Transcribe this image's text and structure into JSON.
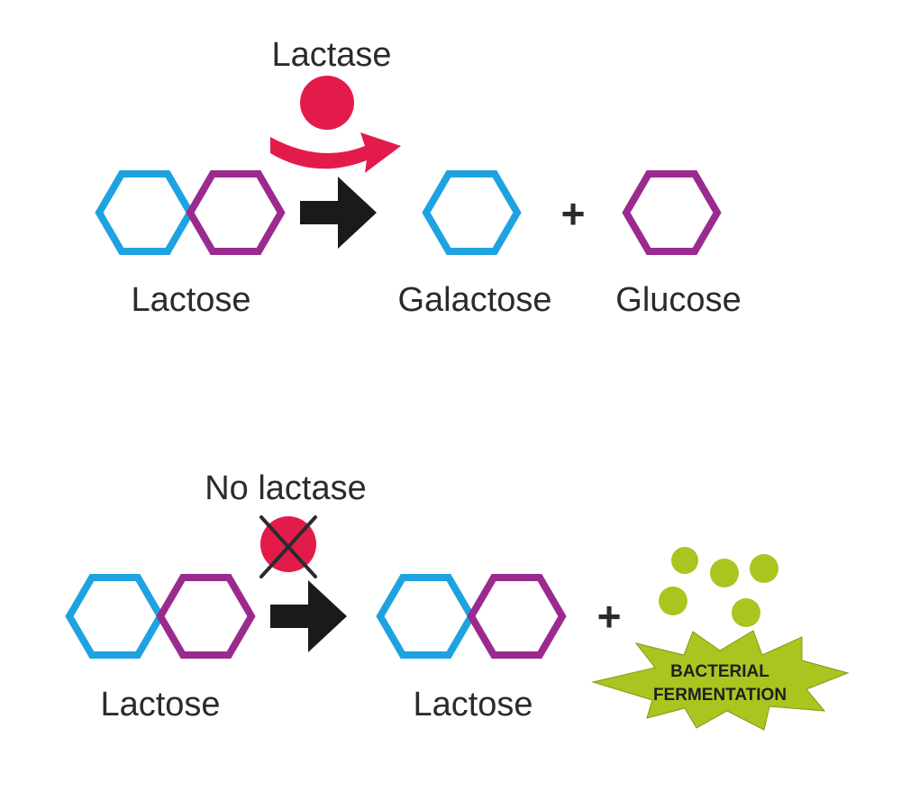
{
  "top": {
    "enzyme_label": "Lactase",
    "substrate_label": "Lactose",
    "product1_label": "Galactose",
    "product2_label": "Glucose",
    "plus": "+"
  },
  "bottom": {
    "enzyme_label": "No lactase",
    "substrate_label": "Lactose",
    "product_label": "Lactose",
    "plus": "+",
    "burst_line1": "BACTERIAL",
    "burst_line2": "FERMENTATION"
  },
  "colors": {
    "galactose_hexagon": "#1ea3e0",
    "glucose_hexagon": "#9b2a8f",
    "enzyme": "#e31b4b",
    "arrow": "#1a1a1a",
    "bacteria": "#a9c520",
    "text": "#2b2b2b"
  }
}
